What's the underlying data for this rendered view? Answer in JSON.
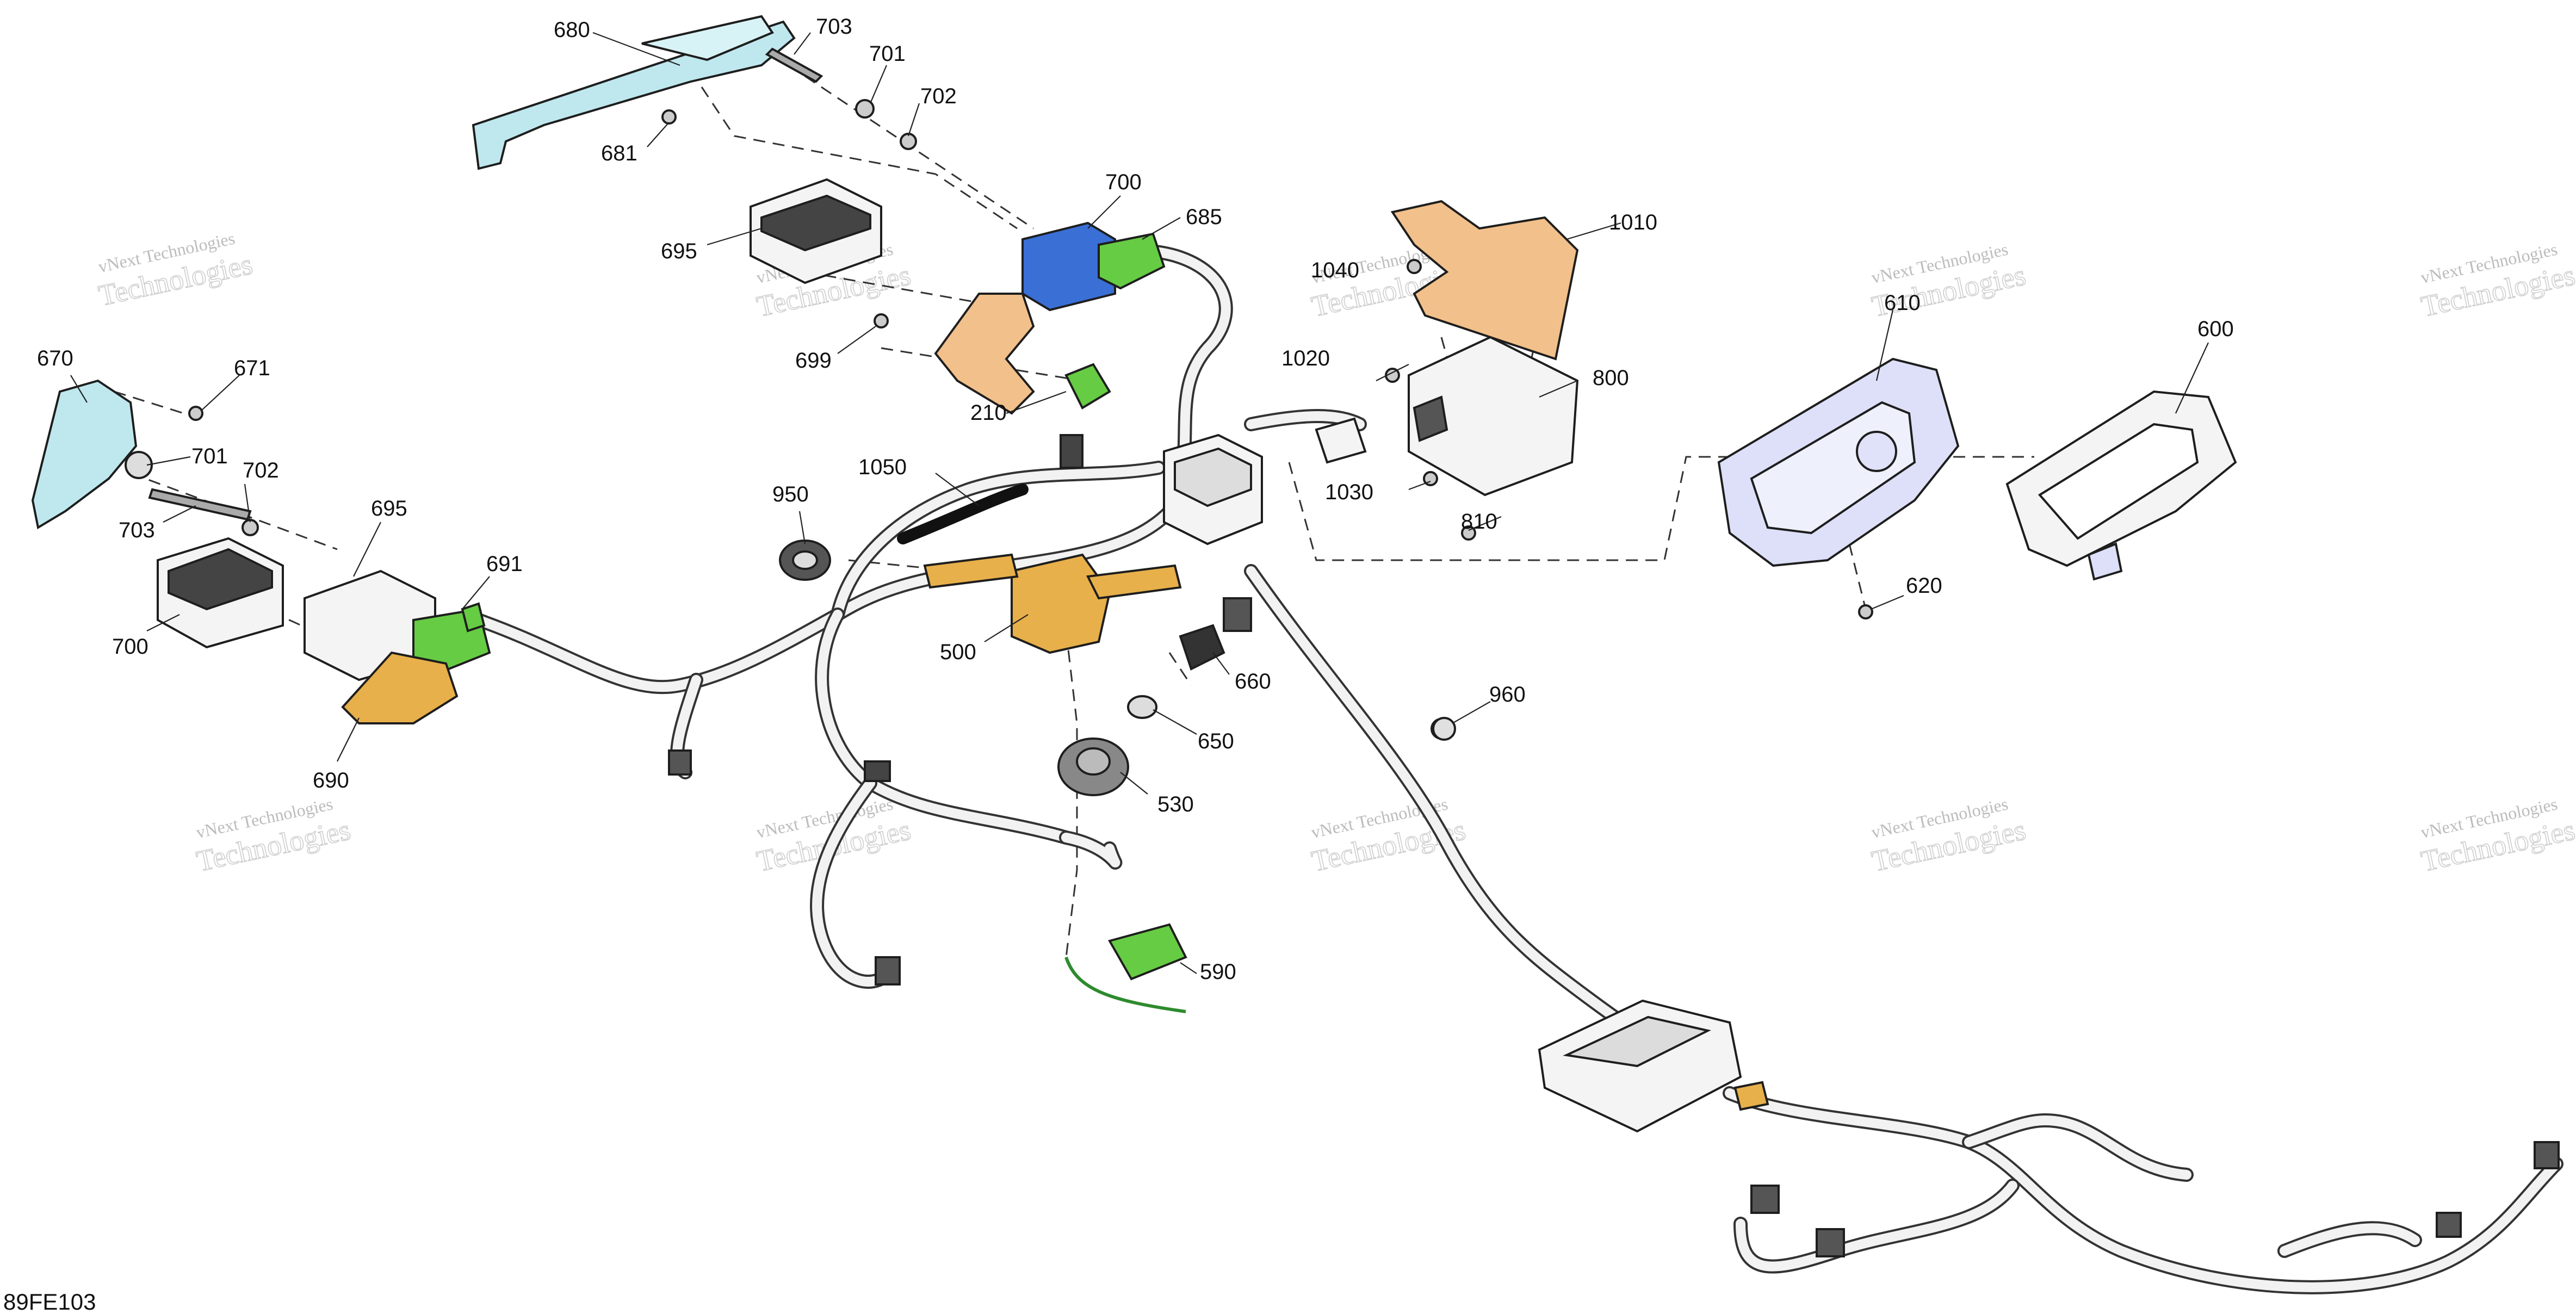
{
  "figure_id": "89FE103",
  "watermark": {
    "line1": "vNext Technologies",
    "line2": "Technologies"
  },
  "colors": {
    "orange": "#E8B04A",
    "orange_light": "#F2C08A",
    "green": "#66CC44",
    "blue": "#3A6FD6",
    "cyan_bracket": "#BFE8EE",
    "lavender_cluster": "#DDE0F8"
  },
  "callouts": [
    {
      "id": "c680",
      "label": "680"
    },
    {
      "id": "c703a",
      "label": "703"
    },
    {
      "id": "c701a",
      "label": "701"
    },
    {
      "id": "c702a",
      "label": "702"
    },
    {
      "id": "c681",
      "label": "681"
    },
    {
      "id": "c700a",
      "label": "700"
    },
    {
      "id": "c685",
      "label": "685"
    },
    {
      "id": "c695a",
      "label": "695"
    },
    {
      "id": "c699",
      "label": "699"
    },
    {
      "id": "c210",
      "label": "210"
    },
    {
      "id": "c1010",
      "label": "1010"
    },
    {
      "id": "c1040",
      "label": "1040"
    },
    {
      "id": "c1020",
      "label": "1020"
    },
    {
      "id": "c800",
      "label": "800"
    },
    {
      "id": "c1030",
      "label": "1030"
    },
    {
      "id": "c810",
      "label": "810"
    },
    {
      "id": "c610",
      "label": "610"
    },
    {
      "id": "c600",
      "label": "600"
    },
    {
      "id": "c620",
      "label": "620"
    },
    {
      "id": "c670",
      "label": "670"
    },
    {
      "id": "c671",
      "label": "671"
    },
    {
      "id": "c701b",
      "label": "701"
    },
    {
      "id": "c702b",
      "label": "702"
    },
    {
      "id": "c703b",
      "label": "703"
    },
    {
      "id": "c695b",
      "label": "695"
    },
    {
      "id": "c691",
      "label": "691"
    },
    {
      "id": "c700b",
      "label": "700"
    },
    {
      "id": "c690",
      "label": "690"
    },
    {
      "id": "c950",
      "label": "950"
    },
    {
      "id": "c1050",
      "label": "1050"
    },
    {
      "id": "c500",
      "label": "500"
    },
    {
      "id": "c660",
      "label": "660"
    },
    {
      "id": "c650",
      "label": "650"
    },
    {
      "id": "c530",
      "label": "530"
    },
    {
      "id": "c590",
      "label": "590"
    },
    {
      "id": "c960",
      "label": "960"
    }
  ]
}
